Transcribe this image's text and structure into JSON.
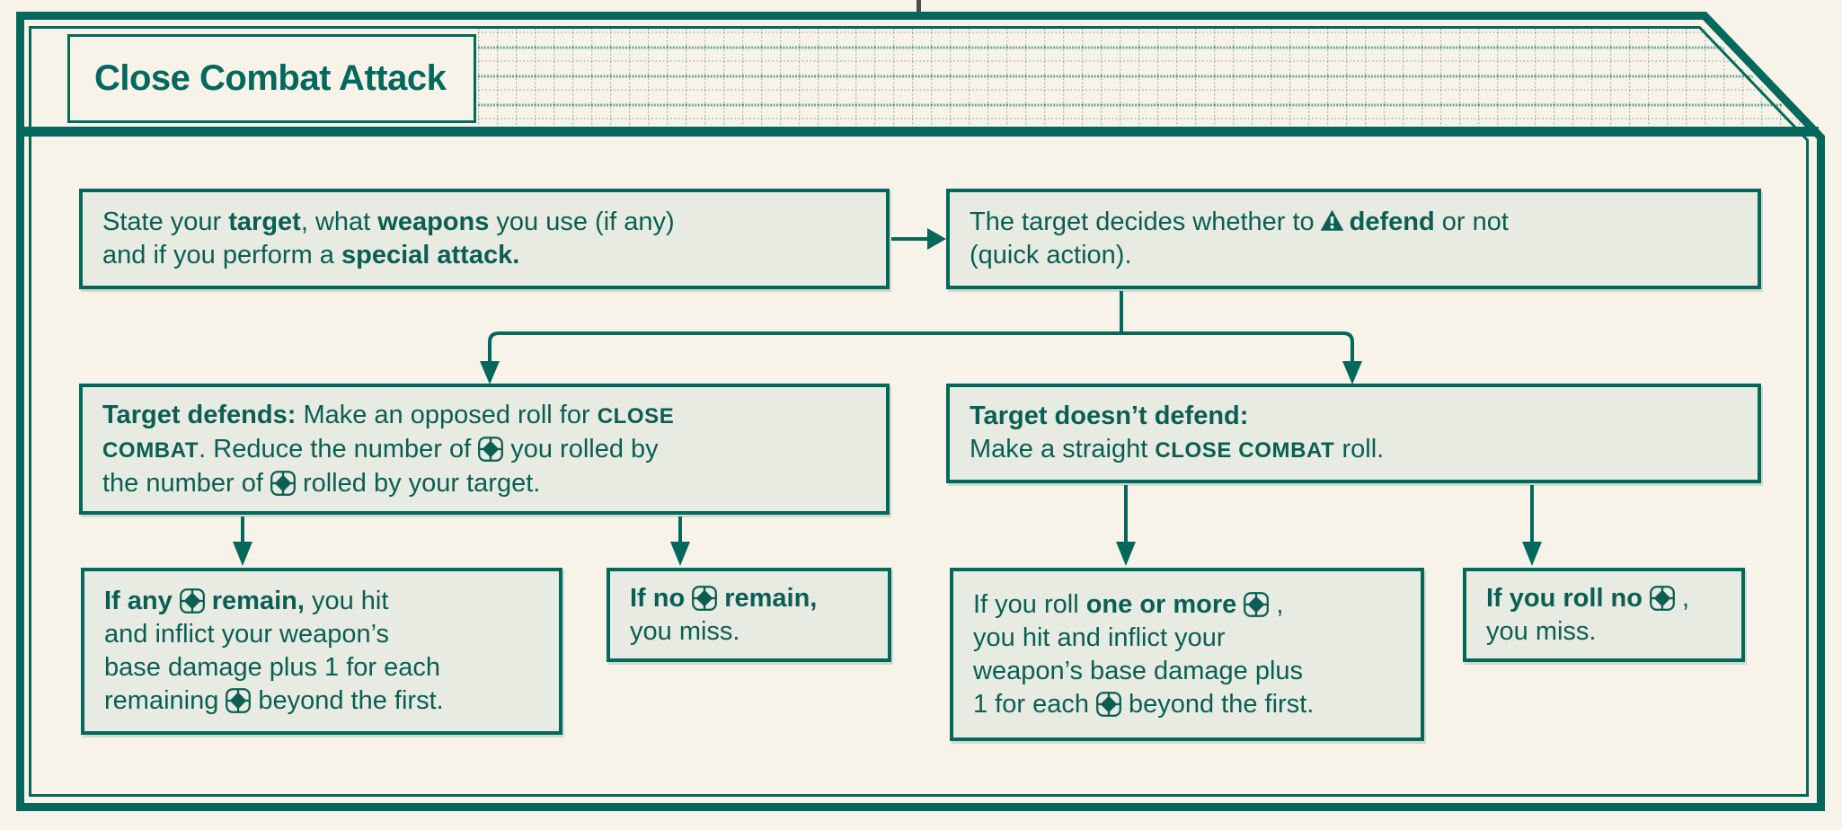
{
  "header": {
    "title": "Close Combat Attack"
  },
  "colors": {
    "teal": "#04685c",
    "text": "#0b5e53",
    "background": "#f7f3e8",
    "box_fill": "#e7ebe2",
    "page_rule_gray": "#4d4d4d"
  },
  "flow": {
    "state_attack": {
      "segments": [
        {
          "t": "State your "
        },
        {
          "t": "target",
          "b": true
        },
        {
          "t": ", what "
        },
        {
          "t": "weapons",
          "b": true
        },
        {
          "t": " you use (if any)"
        },
        {
          "br": true
        },
        {
          "t": "and if you perform a "
        },
        {
          "t": "special attack.",
          "b": true
        }
      ]
    },
    "target_decides": {
      "segments": [
        {
          "t": "The target decides whether to"
        },
        {
          "i": "warning-icon"
        },
        {
          "t": "defend",
          "b": true
        },
        {
          "t": " or not"
        },
        {
          "br": true
        },
        {
          "t": "(quick action)."
        }
      ]
    },
    "target_defends": {
      "segments": [
        {
          "t": "Target defends:",
          "b": true
        },
        {
          "t": " Make an opposed roll for "
        },
        {
          "sc": "CLOSE"
        },
        {
          "br": true
        },
        {
          "sc": "COMBAT"
        },
        {
          "t": ". Reduce the number of"
        },
        {
          "i": "die-icon"
        },
        {
          "t": "you rolled by"
        },
        {
          "br": true
        },
        {
          "t": "the number of"
        },
        {
          "i": "die-icon"
        },
        {
          "t": "rolled by your target."
        }
      ]
    },
    "target_doesnt_defend": {
      "segments": [
        {
          "t": "Target doesn’t defend:",
          "b": true
        },
        {
          "br": true
        },
        {
          "t": "Make a straight "
        },
        {
          "sc": "CLOSE COMBAT"
        },
        {
          "t": " roll."
        }
      ]
    },
    "any_remain_hit": {
      "segments": [
        {
          "t": "If any",
          "b": true
        },
        {
          "i": "die-icon"
        },
        {
          "t": "remain,",
          "b": true
        },
        {
          "t": " you hit"
        },
        {
          "br": true
        },
        {
          "t": "and inflict your weapon’s"
        },
        {
          "br": true
        },
        {
          "t": "base damage plus 1 for each"
        },
        {
          "br": true
        },
        {
          "t": "remaining"
        },
        {
          "i": "die-icon"
        },
        {
          "t": "beyond the first."
        }
      ]
    },
    "none_remain_miss": {
      "segments": [
        {
          "t": "If no",
          "b": true
        },
        {
          "i": "die-icon"
        },
        {
          "t": "remain,",
          "b": true
        },
        {
          "br": true
        },
        {
          "t": "you miss."
        }
      ]
    },
    "one_or_more_hit": {
      "segments": [
        {
          "t": "If you roll "
        },
        {
          "t": "one or more",
          "b": true
        },
        {
          "i": "die-icon"
        },
        {
          "t": ","
        },
        {
          "br": true
        },
        {
          "t": "you hit and inflict your"
        },
        {
          "br": true
        },
        {
          "t": "weapon’s base damage plus"
        },
        {
          "br": true
        },
        {
          "t": "1 for each"
        },
        {
          "i": "die-icon"
        },
        {
          "t": "beyond the first."
        }
      ]
    },
    "roll_no_miss": {
      "segments": [
        {
          "t": "If you roll no",
          "b": true
        },
        {
          "i": "die-icon"
        },
        {
          "t": ","
        },
        {
          "br": true
        },
        {
          "t": "you miss."
        }
      ]
    }
  }
}
